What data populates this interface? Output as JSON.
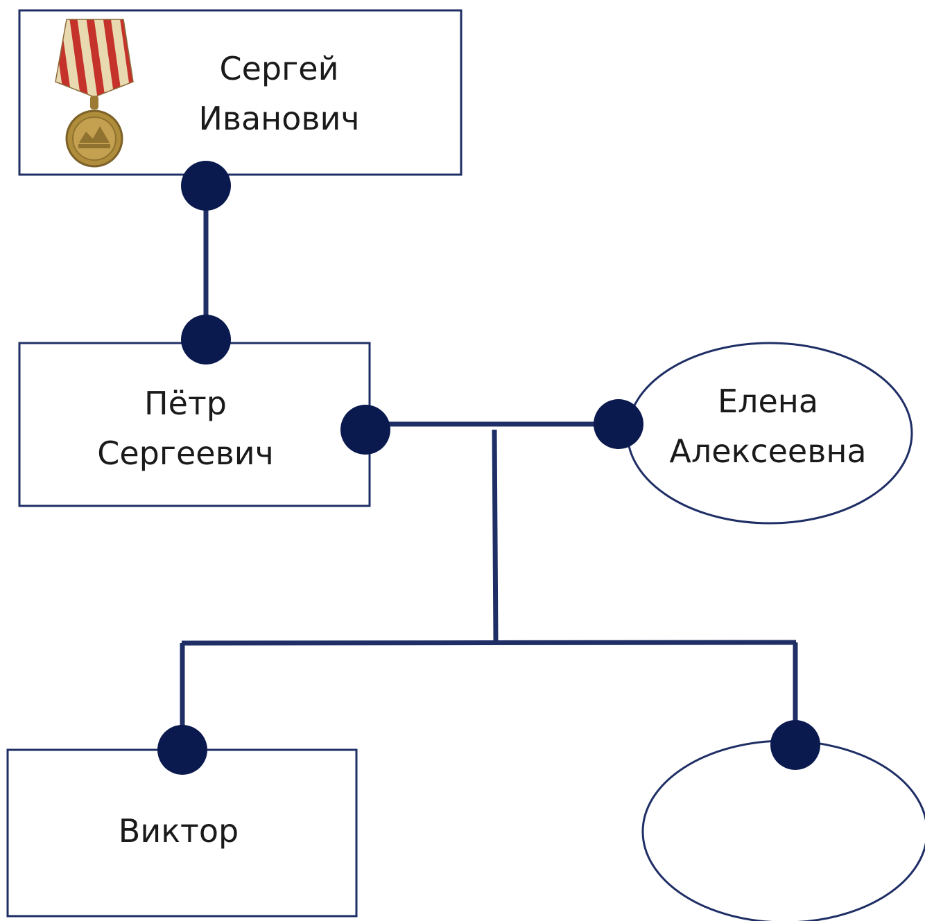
{
  "colors": {
    "line": "#1f2f66",
    "node_dot": "#0b1a4e",
    "box_border": "#1f2f66",
    "text": "#1a1a1a",
    "medal_ribbon_red": "#c4322b",
    "medal_ribbon_cream": "#e8d9b0",
    "medal_gold": "#b08d3a"
  },
  "nodes": {
    "grandfather": {
      "name": "Сергей\nИванович",
      "icon": "war-medal-icon"
    },
    "father": {
      "name": "Пётр\nСергеевич"
    },
    "mother": {
      "name": "Елена\nАлексеевна"
    },
    "son": {
      "name": "Виктор"
    },
    "unknown_child": {
      "name": ""
    }
  }
}
